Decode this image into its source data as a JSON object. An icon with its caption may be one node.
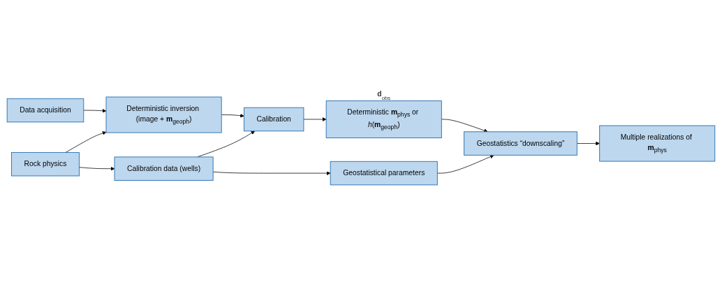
{
  "diagram": {
    "nodes": [
      {
        "text": [
          "Data acquisition"
        ]
      },
      {
        "text": [
          "Deterministic inversion (image + **m**$_{geoph}$)"
        ]
      },
      {
        "text": [
          "Calibration"
        ]
      },
      {
        "text": [
          "Deterministic **m**$_{phys}$ or *h*(**m**$_{geoph}$)"
        ],
        "beside": [
          "**d**$_{obs}$"
        ]
      },
      {
        "text": [
          "Geostatistics “downscaling”"
        ]
      },
      {
        "text": [
          "Multiple realizations of **m**$_{phys}$"
        ]
      },
      {
        "text": [
          "Rock physics"
        ]
      },
      {
        "text": [
          "Calibration data (wells)"
        ]
      },
      {
        "text": [
          "Geostatistical parameters"
        ]
      }
    ],
    "edges": [
      {
        "from": 0,
        "to": 1,
        "arrow": "to"
      },
      {
        "from": 6,
        "to": 1,
        "arrow": "to"
      },
      {
        "from": 1,
        "to": 2,
        "arrow": "to"
      },
      {
        "from": 7,
        "to": 2,
        "arrow": "to"
      },
      {
        "from": 2,
        "to": 3,
        "arrow": "to"
      },
      {
        "from": 3,
        "to": 4,
        "arrow": "to"
      },
      {
        "from": 8,
        "to": 4,
        "arrow": "to"
      },
      {
        "from": 4,
        "to": 5,
        "arrow": "to"
      },
      {
        "from": 6,
        "to": 7,
        "arrow": "to"
      },
      {
        "from": 7,
        "to": 8,
        "arrow": "to"
      }
    ]
  }
}
